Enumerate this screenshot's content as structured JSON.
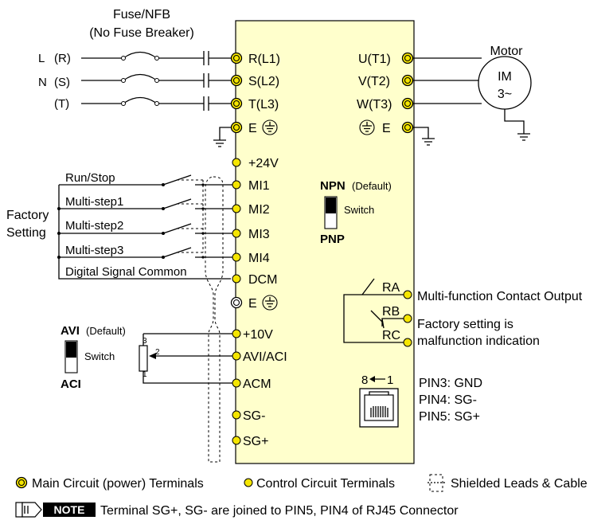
{
  "fuse": {
    "title": "Fuse/NFB",
    "subtitle": "(No Fuse Breaker)"
  },
  "supply": {
    "l_label": "L",
    "n_label": "N",
    "r_label": "(R)",
    "s_label": "(S)",
    "t_label": "(T)"
  },
  "main_terminals": {
    "r": "R(L1)",
    "s": "S(L2)",
    "t": "T(L3)",
    "e_left": "E",
    "u": "U(T1)",
    "v": "V(T2)",
    "w": "W(T3)",
    "e_right": "E"
  },
  "motor": {
    "title": "Motor",
    "line1": "IM",
    "line2": "3~"
  },
  "control_terminals": {
    "p24v": "+24V",
    "mi1": "MI1",
    "mi2": "MI2",
    "mi3": "MI3",
    "mi4": "MI4",
    "dcm": "DCM",
    "e": "E",
    "p10v": "+10V",
    "avi_aci": "AVI/ACI",
    "acm": "ACM",
    "sg_minus": "SG-",
    "sg_plus": "SG+"
  },
  "inputs": {
    "run_stop": "Run/Stop",
    "ms1": "Multi-step1",
    "ms2": "Multi-step2",
    "ms3": "Multi-step3",
    "dsc": "Digital Signal Common",
    "factory_1": "Factory",
    "factory_2": "Setting"
  },
  "npn_switch": {
    "npn": "NPN",
    "default": "(Default)",
    "switch": "Switch",
    "pnp": "PNP"
  },
  "avi_switch": {
    "avi": "AVI",
    "default": "(Default)",
    "switch": "Switch",
    "aci": "ACI"
  },
  "pot": {
    "pin3": "3",
    "pin2": "2",
    "pin1": "1"
  },
  "relay": {
    "ra": "RA",
    "rb": "RB",
    "rc": "RC",
    "title": "Multi-function Contact Output",
    "note1": "Factory setting is",
    "note2": "malfunction indication"
  },
  "rj45": {
    "pin_range_left": "8",
    "pin_range_right": "1",
    "pin3": "PIN3: GND",
    "pin4": "PIN4: SG-",
    "pin5": "PIN5: SG+"
  },
  "legend": {
    "main": "Main Circuit (power) Terminals",
    "control": "Control Circuit Terminals",
    "shielded": "Shielded Leads & Cable"
  },
  "note": {
    "badge": "NOTE",
    "text": "Terminal SG+, SG- are joined to PIN5, PIN4 of RJ45 Connector"
  },
  "colors": {
    "terminal_fill": "#f5e600",
    "drive_body": "#ffffcc"
  }
}
